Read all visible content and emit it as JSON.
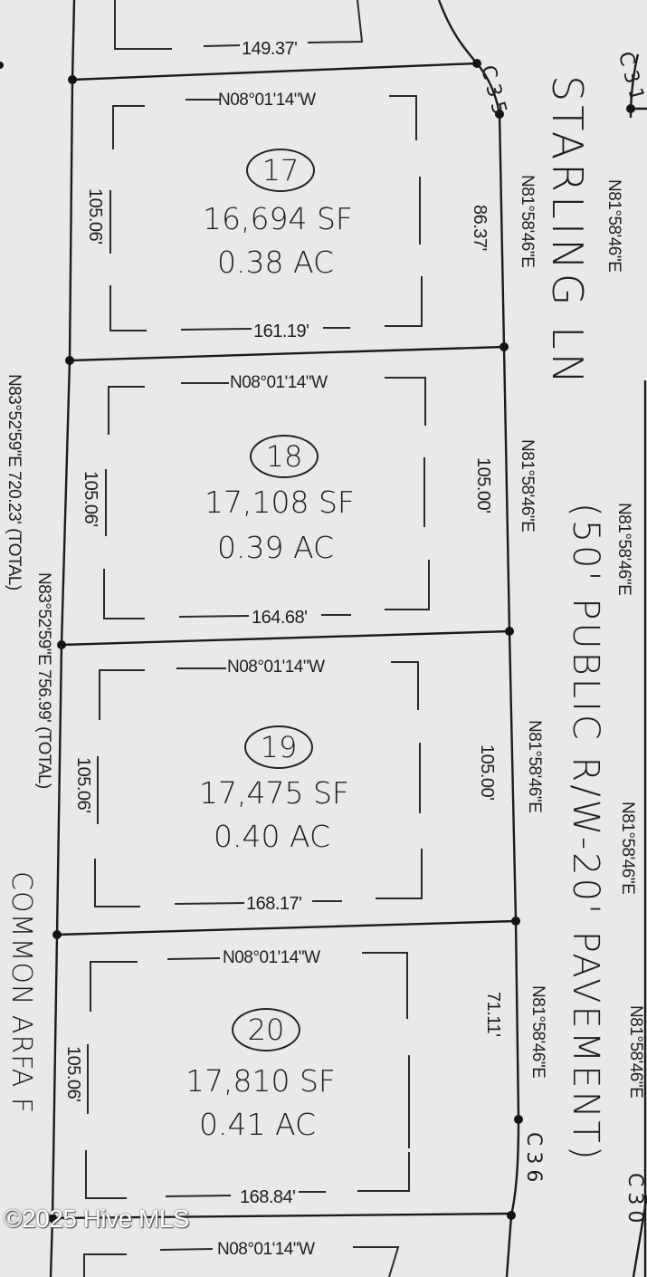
{
  "document": {
    "type": "subdivision plat map excerpt",
    "background_color": "#e9e9e7",
    "line_color": "#1b1b1b"
  },
  "street": {
    "name": "STARLING LN",
    "right_of_way": "(50' PUBLIC R/W-20' PAVEMENT)"
  },
  "curves": [
    "C35",
    "C31",
    "C36",
    "C30"
  ],
  "top_partial_lot": {
    "rear_dimension": "149.37'"
  },
  "lots": [
    {
      "number": "17",
      "area_sf": "16,694 SF",
      "area_ac": "0.38 AC",
      "side_bearing": "N08°01'14\"W",
      "rear_dimension": "161.19'",
      "left_dimension": "105.06'",
      "front_dimension": "86.37'",
      "front_bearing": "N81°58'46\"E"
    },
    {
      "number": "18",
      "area_sf": "17,108 SF",
      "area_ac": "0.39 AC",
      "side_bearing": "N08°01'14\"W",
      "rear_dimension": "164.68'",
      "left_dimension": "105.06'",
      "front_dimension": "105.00'",
      "front_bearing": "N81°58'46\"E"
    },
    {
      "number": "19",
      "area_sf": "17,475 SF",
      "area_ac": "0.40 AC",
      "side_bearing": "N08°01'14\"W",
      "rear_dimension": "168.17'",
      "left_dimension": "105.06'",
      "front_dimension": "105.00'",
      "front_bearing": "N81°58'46\"E"
    },
    {
      "number": "20",
      "area_sf": "17,810 SF",
      "area_ac": "0.41 AC",
      "side_bearing": "N08°01'14\"W",
      "rear_dimension": "168.84'",
      "left_dimension": "105.06'",
      "front_dimension": "71.11'",
      "front_bearing": "N81°58'46\"E"
    }
  ],
  "bottom_partial_lot": {
    "side_bearing": "N08°01'14\"W"
  },
  "opposite_side_bearings": [
    "N81°58'46\"E",
    "N81°58'46\"E",
    "N81°58'46\"E",
    "N81°58'46\"E"
  ],
  "rear_boundary": {
    "outer": "N83°52'59\"E  720.23' (TOTAL)",
    "inner": "N83°52'59\"E  756.99' (TOTAL)"
  },
  "common_area": "COMMON ARFA F",
  "watermark": "©2025 Hive MLS"
}
